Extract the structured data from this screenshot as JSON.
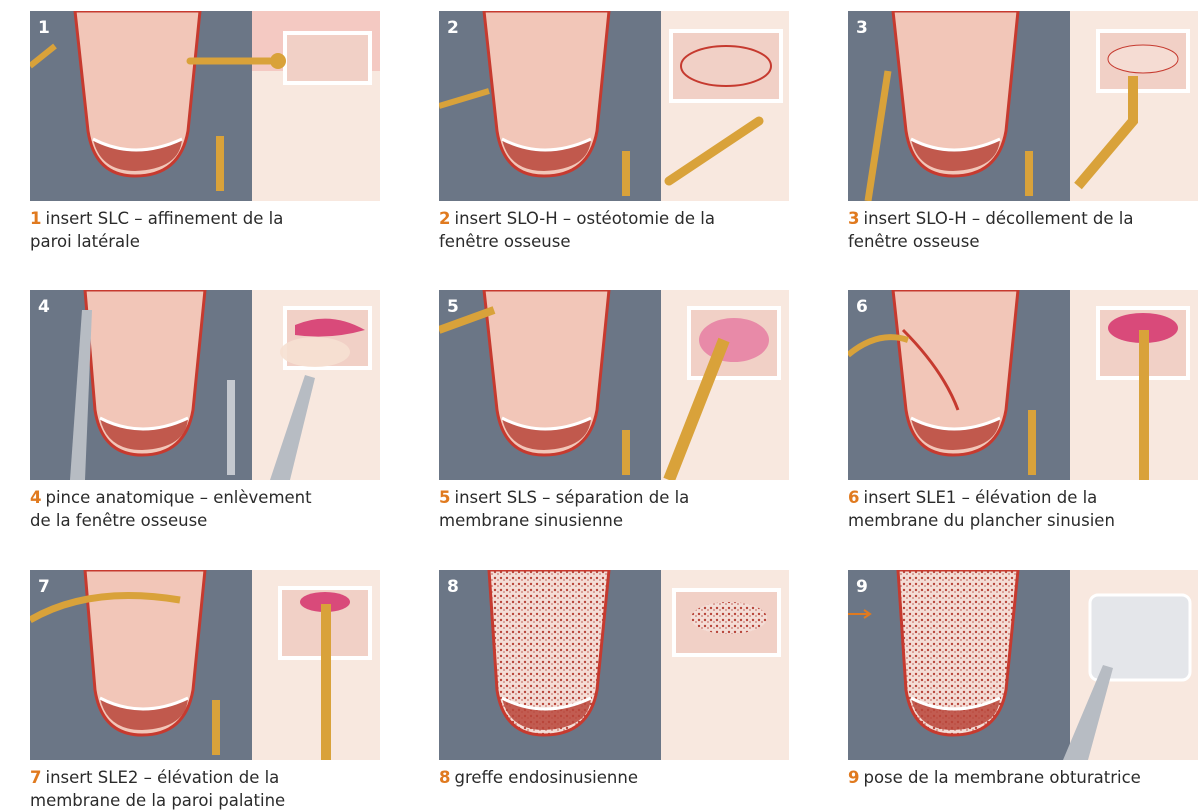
{
  "colors": {
    "background_gray": "#6b7686",
    "tooth": "#f2c6b8",
    "gum": "#f5c8c0",
    "bone_red": "#b8453a",
    "instrument_gold": "#d9a23a",
    "number_orange": "#e07a1f"
  },
  "steps": [
    {
      "num": "1",
      "caption_a": "insert SLC – affinement de la",
      "caption_b": "paroi latérale"
    },
    {
      "num": "2",
      "caption_a": "insert SLO-H – ostéotomie de la",
      "caption_b": "fenêtre osseuse"
    },
    {
      "num": "3",
      "caption_a": "insert SLO-H – décollement de la",
      "caption_b": "fenêtre osseuse"
    },
    {
      "num": "4",
      "caption_a": "pince anatomique – enlèvement",
      "caption_b": "de la fenêtre osseuse"
    },
    {
      "num": "5",
      "caption_a": "insert SLS – séparation de la",
      "caption_b": "membrane sinusienne"
    },
    {
      "num": "6",
      "caption_a": "insert SLE1 – élévation de la",
      "caption_b": "membrane du plancher sinusien"
    },
    {
      "num": "7",
      "caption_a": "insert SLE2 – élévation de la",
      "caption_b": "membrane de la paroi palatine"
    },
    {
      "num": "8",
      "caption_a": "greffe endosinusienne",
      "caption_b": ""
    },
    {
      "num": "9",
      "caption_a": "pose de la membrane obturatrice",
      "caption_b": ""
    }
  ]
}
